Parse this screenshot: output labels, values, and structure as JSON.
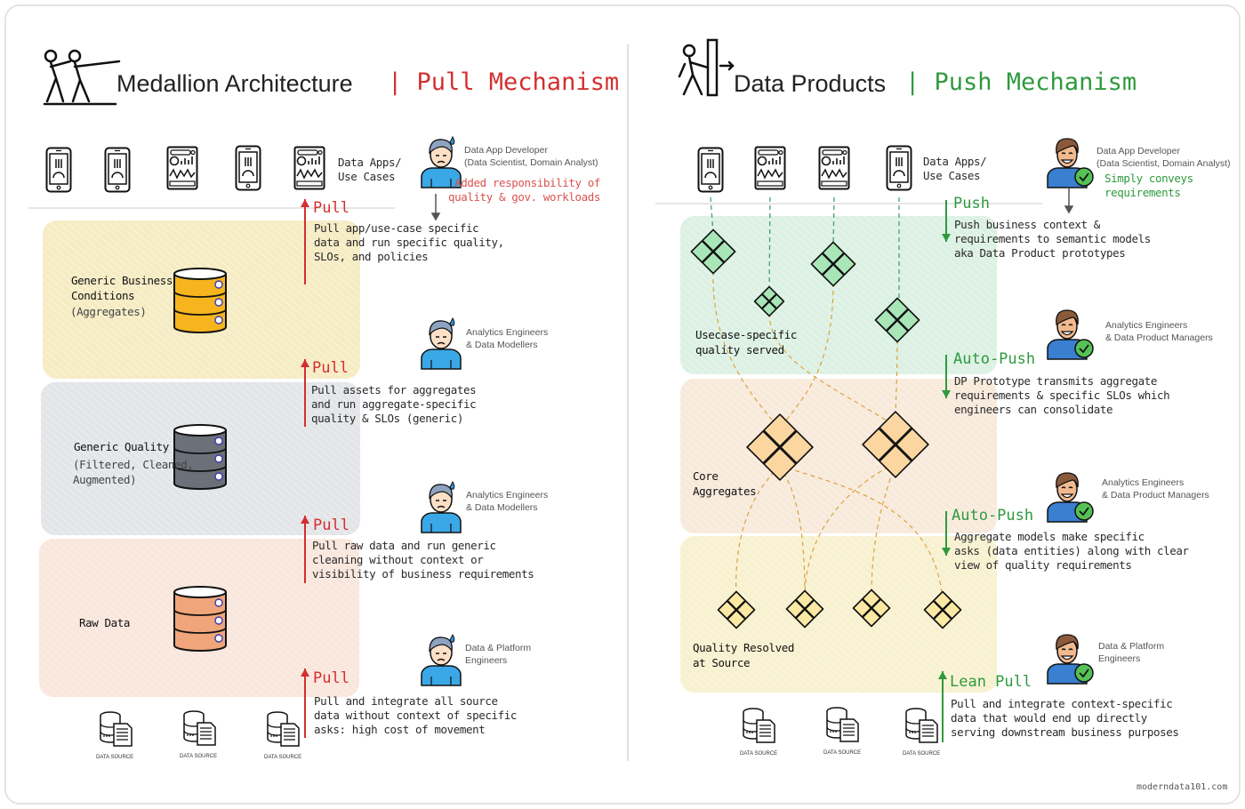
{
  "colors": {
    "pull_red": "#d32f2f",
    "push_green": "#2e9a3e",
    "yellow_band": "#f6ecc4",
    "gray_band": "#e3e5e8",
    "peach_band": "#f9e6dc",
    "green_band": "#dcf1e3",
    "diamond_green": "#a8e6b8",
    "diamond_orange": "#fcd6a0",
    "diamond_yellow": "#fbe9a3"
  },
  "left": {
    "title": "Medallion Architecture",
    "mechanism": "| Pull Mechanism",
    "title_icon": "tug-of-war-icon",
    "apps_label": "Data Apps/\nUse Cases",
    "devices": [
      "phone",
      "phone",
      "dashboard",
      "phone",
      "dashboard"
    ],
    "roles": [
      {
        "title": "Data App Developer\n(Data Scientist, Domain Analyst)",
        "note": "Added responsibility of\nquality & gov. workloads"
      },
      {
        "title": "Analytics Engineers\n& Data Modellers"
      },
      {
        "title": "Analytics Engineers\n& Data Modellers"
      },
      {
        "title": "Data & Platform\nEngineers"
      }
    ],
    "layers": [
      {
        "label": "Generic Business\nConditions",
        "sublabel": "(Aggregates)",
        "color": "#f6b51e"
      },
      {
        "label": "Generic Quality",
        "sublabel": "(Filtered, Cleaned,\nAugmented)",
        "color": "#6b7079"
      },
      {
        "label": "Raw Data",
        "sublabel": "",
        "color": "#f0a57a"
      }
    ],
    "steps": [
      {
        "label": "Pull",
        "text": "Pull app/use-case specific\ndata and run specific quality,\nSLOs, and policies"
      },
      {
        "label": "Pull",
        "text": "Pull assets for aggregates\nand run aggregate-specific\nquality & SLOs (generic)"
      },
      {
        "label": "Pull",
        "text": "Pull raw data and run generic\ncleaning without context or\nvisibility of business requirements"
      },
      {
        "label": "Pull",
        "text": "Pull and integrate all source\ndata without context of specific\nasks: high cost of movement"
      }
    ],
    "data_sources": [
      "DATA SOURCE",
      "DATA SOURCE",
      "DATA SOURCE"
    ]
  },
  "right": {
    "title": "Data Products",
    "mechanism": "| Push Mechanism",
    "title_icon": "person-pushing-door-icon",
    "apps_label": "Data Apps/\nUse Cases",
    "devices": [
      "phone",
      "dashboard",
      "dashboard",
      "phone"
    ],
    "roles": [
      {
        "title": "Data App Developer\n(Data Scientist, Domain Analyst)",
        "note": "Simply conveys\nrequirements"
      },
      {
        "title": "Analytics Engineers\n& Data Product Managers"
      },
      {
        "title": "Analytics Engineers\n& Data Product Managers"
      },
      {
        "title": "Data & Platform\nEngineers"
      }
    ],
    "layers": [
      {
        "label": "Usecase-specific\nquality served"
      },
      {
        "label": "Core\nAggregates"
      },
      {
        "label": "Quality Resolved\nat Source"
      }
    ],
    "steps": [
      {
        "label": "Push",
        "text": "Push business context &\nrequirements to semantic models\naka Data Product prototypes"
      },
      {
        "label": "Auto-Push",
        "text": "DP Prototype transmits aggregate\nrequirements & specific SLOs which\nengineers can consolidate"
      },
      {
        "label": "Auto-Push",
        "text": "Aggregate models make specific\nasks (data entities) along with clear\nview of quality requirements"
      },
      {
        "label": "Lean Pull",
        "text": "Pull and integrate context-specific\ndata that would end up directly\nserving downstream business purposes"
      }
    ],
    "data_sources": [
      "DATA SOURCE",
      "DATA SOURCE",
      "DATA SOURCE"
    ]
  },
  "footer": "moderndata101.com"
}
